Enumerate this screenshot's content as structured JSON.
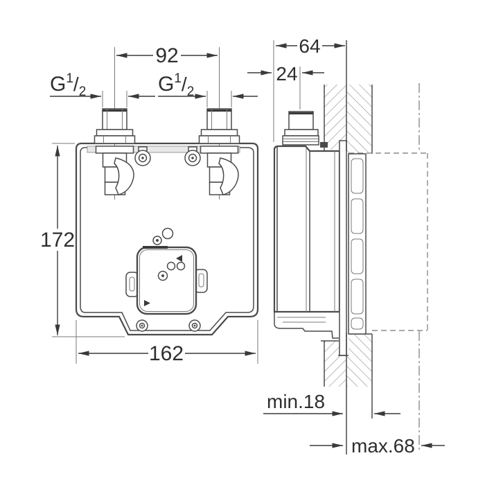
{
  "dimensions": {
    "spacing_92": "92",
    "depth_64": "64",
    "offset_24": "24",
    "height_172": "172",
    "width_162": "162",
    "wall_min": "min.18",
    "wall_max": "max.68",
    "thread_left": {
      "g": "G",
      "sup": "1",
      "slash": "/",
      "sub": "2"
    },
    "thread_right": {
      "g": "G",
      "sup": "1",
      "slash": "/",
      "sub": "2"
    }
  },
  "colors": {
    "background": "#ffffff",
    "drawing_line": "#4a4a4a",
    "dimension_line": "#3a3a3a",
    "hatch": "#8c8c8c"
  }
}
